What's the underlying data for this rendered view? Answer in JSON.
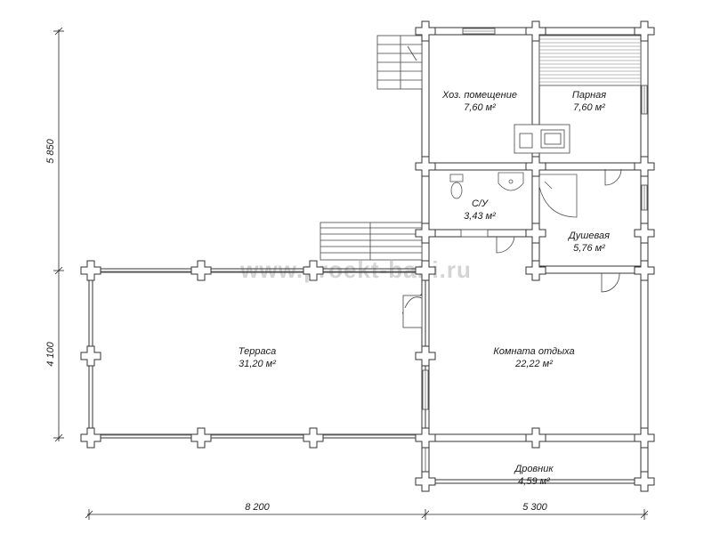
{
  "watermark": "www.proekt-bani.ru",
  "rooms": [
    {
      "name": "Хоз. помещение",
      "area": "7,60 м²"
    },
    {
      "name": "Парная",
      "area": "7,60 м²"
    },
    {
      "name": "С/У",
      "area": "3,43 м²"
    },
    {
      "name": "Душевая",
      "area": "5,76 м²"
    },
    {
      "name": "Терраса",
      "area": "31,20 м²"
    },
    {
      "name": "Комната отдыха",
      "area": "22,22 м²"
    },
    {
      "name": "Дровник",
      "area": "4,59 м²"
    }
  ],
  "dimensions": {
    "width_left": "8 200",
    "width_right": "5 300",
    "height_top": "5 850",
    "height_bottom": "4 100"
  }
}
